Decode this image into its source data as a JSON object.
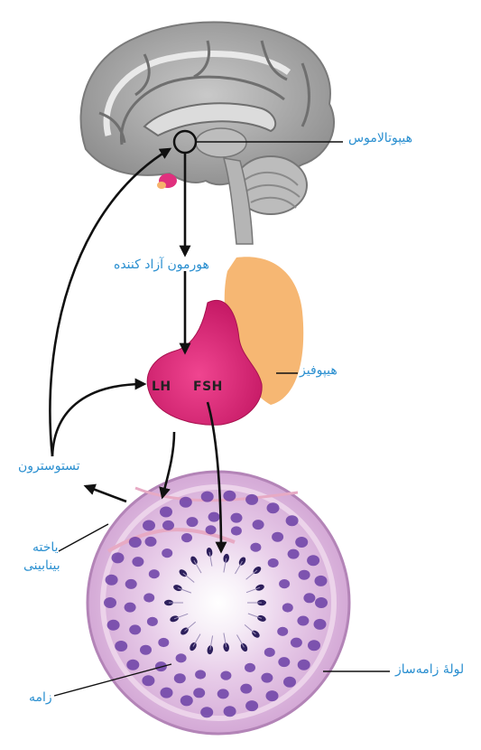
{
  "labels": {
    "hypothalamus": "هیپوتالاموس",
    "releasing_hormone": "هورمون آزاد کننده",
    "pituitary": "هیپوفیز",
    "testosterone": "تستوسترون",
    "interstitial_cell_line1": "یاخته",
    "interstitial_cell_line2": "بینابینی",
    "seminiferous_tubule": "لولهٔ زامه‌ساز",
    "sperm": "زامه"
  },
  "hormones": {
    "lh": "LH",
    "fsh": "FSH"
  },
  "colors": {
    "label": "#2a8fd0",
    "brain": "#a8a8a8",
    "anterior_pituitary": "#e0307e",
    "posterior_pituitary": "#f6b36c",
    "tubule_wall": "#d9b4dc",
    "nuclei": "#6b3fa6"
  }
}
